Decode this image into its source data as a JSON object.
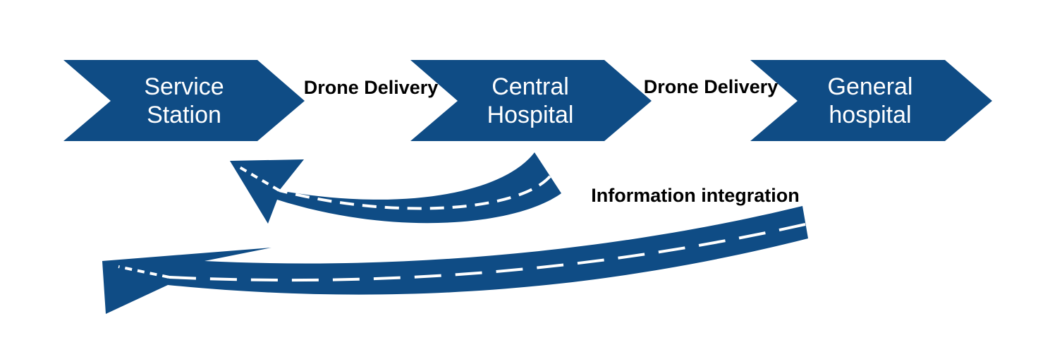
{
  "nodes": [
    {
      "line1": "Service",
      "line2": "Station"
    },
    {
      "line1": "Central",
      "line2": "Hospital"
    },
    {
      "line1": "General",
      "line2": "hospital"
    }
  ],
  "edges": [
    {
      "label": "Drone Delivery"
    },
    {
      "label": "Drone Delivery"
    }
  ],
  "feedback": {
    "label": "Information integration"
  },
  "colors": {
    "shape": "#0f4c85",
    "node_text": "#ffffff",
    "label_text": "#000000",
    "background": "#ffffff"
  }
}
